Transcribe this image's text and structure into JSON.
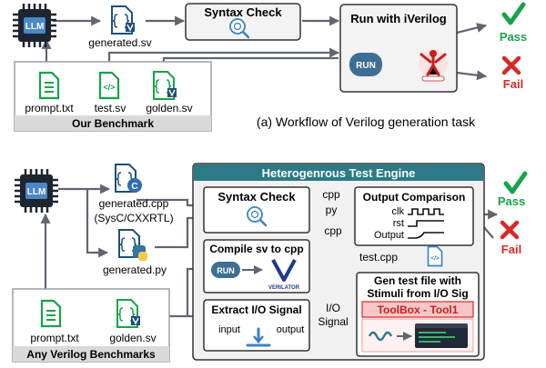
{
  "top": {
    "llm": "LLM",
    "generated": "generated.sv",
    "syntax": "Syntax Check",
    "run_box": "Run with iVerilog",
    "run_btn": "RUN",
    "pass": "Pass",
    "fail": "Fail",
    "prompt": "prompt.txt",
    "test": "test.sv",
    "golden": "golden.sv",
    "bench": "Our Benchmark",
    "caption": "(a) Workflow of Verilog generation task"
  },
  "bottom": {
    "llm": "LLM",
    "gen_cpp": "generated.cpp",
    "gen_cpp_sub": "(SysC/CXXRTL)",
    "gen_py": "generated.py",
    "engine": "Heterogenrous Test Engine",
    "syntax": "Syntax Check",
    "lbl_cpp1": "cpp",
    "lbl_py": "py",
    "lbl_cpp2": "cpp",
    "compile": "Compile sv to cpp",
    "run_btn": "RUN",
    "verilator": "VERILATOR",
    "extract": "Extract I/O Signal",
    "input": "input",
    "output": "output",
    "io1": "I/O",
    "io2": "Signal",
    "oc": "Output Comparison",
    "clk": "clk",
    "rst": "rst",
    "out": "Output",
    "testcpp": "test.cpp",
    "gentest1": "Gen test file with",
    "gentest2": "Stimuli from I/O Sig",
    "toolbox": "ToolBox - Tool1",
    "prompt": "prompt.txt",
    "golden": "golden.sv",
    "bench": "Any Verilog Benchmarks",
    "pass": "Pass",
    "fail": "Fail"
  },
  "colors": {
    "arrow": "#5f6670",
    "green": "#16a34a",
    "red": "#dc2626",
    "blue": "#1e4f7a",
    "teal": "#2b7a85",
    "run": "#3d6e94"
  },
  "icons": [
    "chip-icon",
    "verilog-file-icon",
    "magnifier-icon",
    "red-mascot-icon",
    "check-icon",
    "cross-icon",
    "text-file-icon",
    "code-file-icon",
    "cpp-file-icon",
    "python-file-icon",
    "verilator-logo-icon",
    "signal-extract-icon",
    "waveform-icon",
    "terminal-icon"
  ]
}
